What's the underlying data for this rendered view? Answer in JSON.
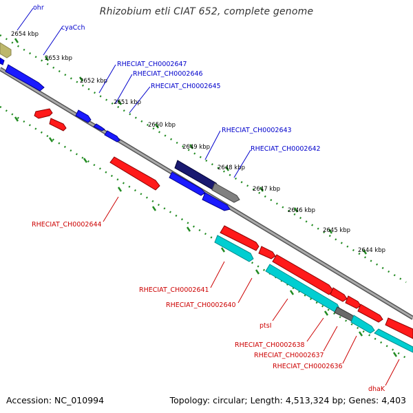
{
  "title": "Rhizobium etli CIAT 652, complete genome",
  "footer": {
    "accession": "Accession: NC_010994",
    "summary": "Topology: circular; Length: 4,513,324 bp; Genes: 4,403"
  },
  "colors": {
    "forward_label": "#0000cc",
    "reverse_label": "#cc0000",
    "ruler_ticks": "#228B22",
    "backbone": "#808080"
  },
  "ruler": {
    "ticks": [
      "2654 kbp",
      "2653 kbp",
      "2652 kbp",
      "2651 kbp",
      "2650 kbp",
      "2649 kbp",
      "2648 kbp",
      "2647 kbp",
      "2646 kbp",
      "2645 kbp",
      "2644 kbp"
    ]
  },
  "forward_labels": [
    "ohr",
    "cyaCch",
    "RHECIAT_CH0002647",
    "RHECIAT_CH0002646",
    "RHECIAT_CH0002645",
    "RHECIAT_CH0002643",
    "RHECIAT_CH0002642"
  ],
  "reverse_labels": [
    "RHECIAT_CH0002644",
    "RHECIAT_CH0002641",
    "RHECIAT_CH0002640",
    "ptsI",
    "RHECIAT_CH0002638",
    "RHECIAT_CH0002637",
    "RHECIAT_CH0002636",
    "dhaK"
  ]
}
